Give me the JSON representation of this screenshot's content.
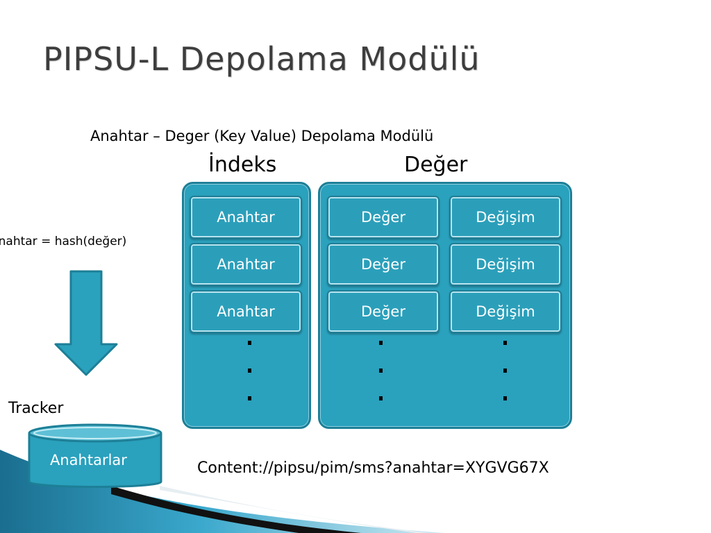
{
  "slide": {
    "title": "PIPSU-L Depolama Modülü",
    "subtitle": "Anahtar – Deger (Key Value) Depolama Modülü",
    "index_header": "İndeks",
    "value_header": "Değer",
    "hash_formula": "Anahtar = hash(değer)",
    "tracker_label": "Tracker",
    "database_label": "Anahtarlar",
    "content_uri": "Content://pipsu/pim/sms?anahtar=XYGVG67X"
  },
  "index_cells": [
    "Anahtar",
    "Anahtar",
    "Anahtar"
  ],
  "value_rows": [
    {
      "value": "Değer",
      "change": "Değişim"
    },
    {
      "value": "Değer",
      "change": "Değişim"
    },
    {
      "value": "Değer",
      "change": "Değişim"
    }
  ],
  "colors": {
    "accent": "#2aa1bd",
    "accent_dark": "#1d7f97",
    "title": "#3d3d3d"
  }
}
